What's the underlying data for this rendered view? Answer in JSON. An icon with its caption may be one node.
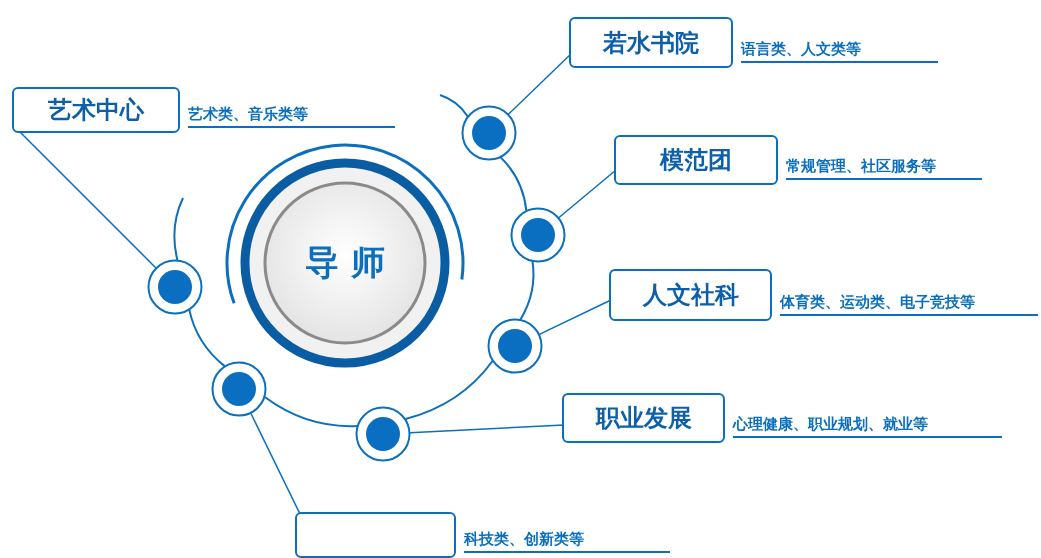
{
  "diagram": {
    "nodes": [
      {
        "text": [
          "导 师"
        ]
      },
      {
        "text": [
          "若水书院"
        ],
        "beside": [
          "语言类、人文类等"
        ]
      },
      {
        "text": [
          "艺术中心"
        ],
        "beside": [
          "艺术类、音乐类等"
        ]
      },
      {
        "text": [
          "模范团"
        ],
        "beside": [
          "常规管理、社区服务等"
        ]
      },
      {
        "text": [
          "人文社科"
        ],
        "beside": [
          "体育类、运动类、电子竞技等"
        ]
      },
      {
        "text": [
          "职业发展"
        ],
        "beside": [
          "心理健康、职业规划、就业等"
        ]
      },
      {
        "text": [],
        "shape": "box",
        "beside": [
          "科技类、创新类等"
        ]
      },
      {
        "text": [],
        "shape": "circle"
      },
      {
        "text": [],
        "shape": "circle"
      },
      {
        "text": [],
        "shape": "circle"
      },
      {
        "text": [],
        "shape": "circle"
      },
      {
        "text": [],
        "shape": "circle"
      },
      {
        "text": [],
        "shape": "circle"
      }
    ],
    "edges": [
      {
        "from": 1,
        "to": 10,
        "arrow": "none"
      },
      {
        "from": 2,
        "to": 7,
        "arrow": "none"
      },
      {
        "from": 3,
        "to": 12,
        "arrow": "none"
      },
      {
        "from": 4,
        "to": 11,
        "arrow": "none"
      },
      {
        "from": 5,
        "to": 9,
        "arrow": "none"
      },
      {
        "from": 6,
        "to": 8,
        "arrow": "none"
      },
      {
        "from": null,
        "to": 7,
        "arrow": "none"
      },
      {
        "from": 7,
        "to": 8,
        "arrow": "none"
      },
      {
        "from": 8,
        "to": 9,
        "arrow": "none"
      },
      {
        "from": 9,
        "to": 11,
        "arrow": "none"
      },
      {
        "from": 11,
        "to": 12,
        "arrow": "none"
      },
      {
        "from": 12,
        "to": 10,
        "arrow": "none"
      },
      {
        "from": 10,
        "to": null,
        "arrow": "none"
      }
    ]
  }
}
